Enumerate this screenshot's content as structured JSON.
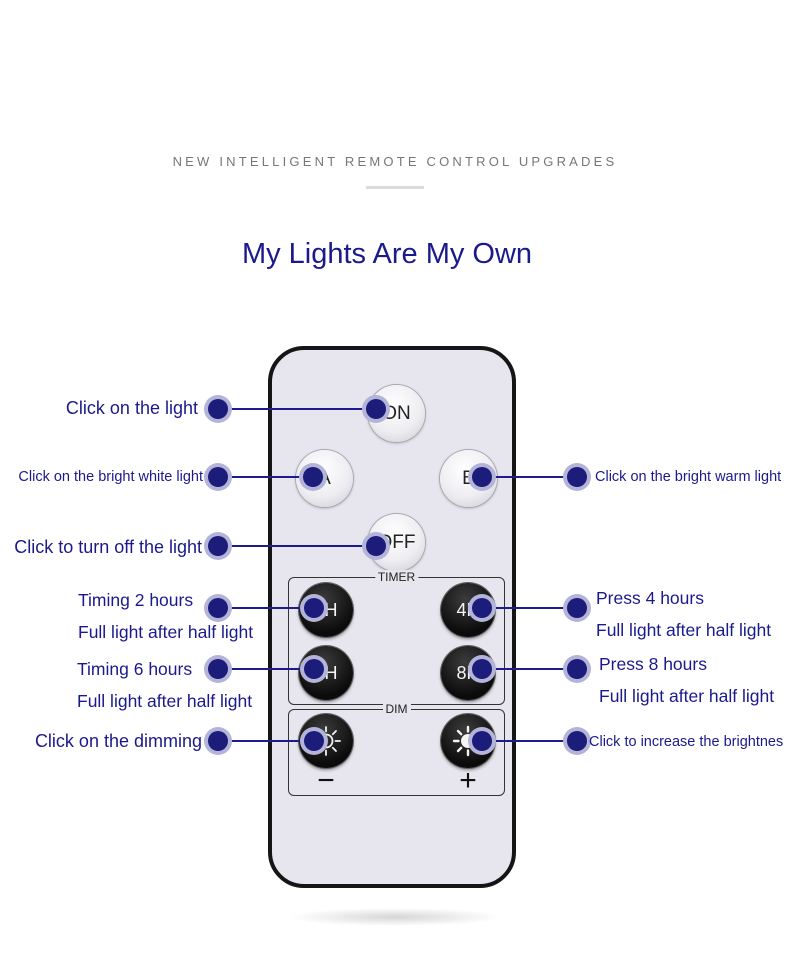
{
  "header": {
    "subtitle": "NEW INTELLIGENT REMOTE CONTROL UPGRADES",
    "headline": "My Lights Are My Own"
  },
  "remote": {
    "on": "ON",
    "a": "A",
    "b": "B",
    "off": "OFF",
    "timer_label": "TIMER",
    "t2": "2H",
    "t4": "4H",
    "t6": "6H",
    "t8": "8H",
    "dim_label": "DIM",
    "minus": "−",
    "plus": "+"
  },
  "callouts": {
    "on": "Click on the light",
    "a": "Click on the bright white light",
    "b": "Click on the bright warm light",
    "off": "Click to turn off the light",
    "t2_line1": "Timing 2 hours",
    "t2_line2": "Full light after half light",
    "t4_line1": "Press 4 hours",
    "t4_line2": "Full light after half light",
    "t6_line1": "Timing 6 hours",
    "t6_line2": "Full light after half light",
    "t8_line1": "Press 8 hours",
    "t8_line2": "Full light after half light",
    "dim_down": "Click on the dimming",
    "dim_up": "Click to increase the brightnes"
  },
  "colors": {
    "accent": "#1a1a8c",
    "dot": "#1c1c7a",
    "remote_body": "#e7e6ee"
  }
}
